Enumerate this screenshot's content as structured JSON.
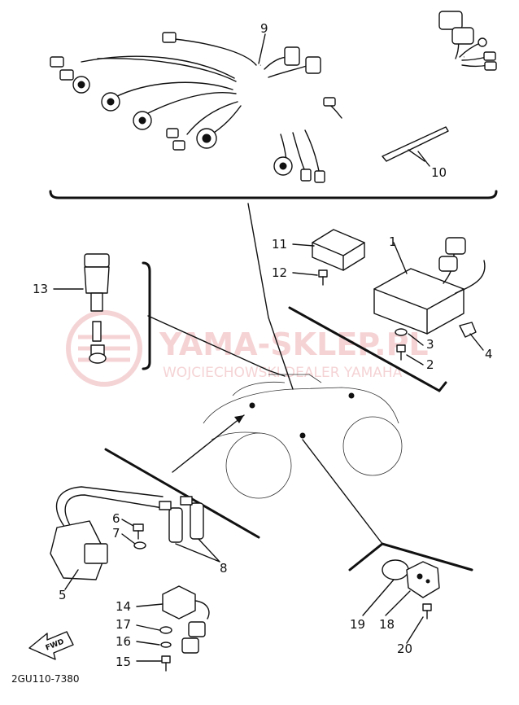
{
  "diagram": {
    "drawing_code": "2GU110-7380",
    "fwd_label": "FWD",
    "watermark": {
      "line1": "YAMA-SKLEP.PL",
      "line2": "WOJCIECHOWSKI DEALER YAMAHA"
    },
    "callouts": {
      "c1": "1",
      "c2": "2",
      "c3": "3",
      "c4": "4",
      "c5": "5",
      "c6": "6",
      "c7": "7",
      "c8": "8",
      "c9": "9",
      "c10": "10",
      "c11": "11",
      "c12": "12",
      "c13": "13",
      "c14": "14",
      "c15": "15",
      "c16": "16",
      "c17": "17",
      "c18": "18",
      "c19": "19",
      "c20": "20"
    }
  }
}
